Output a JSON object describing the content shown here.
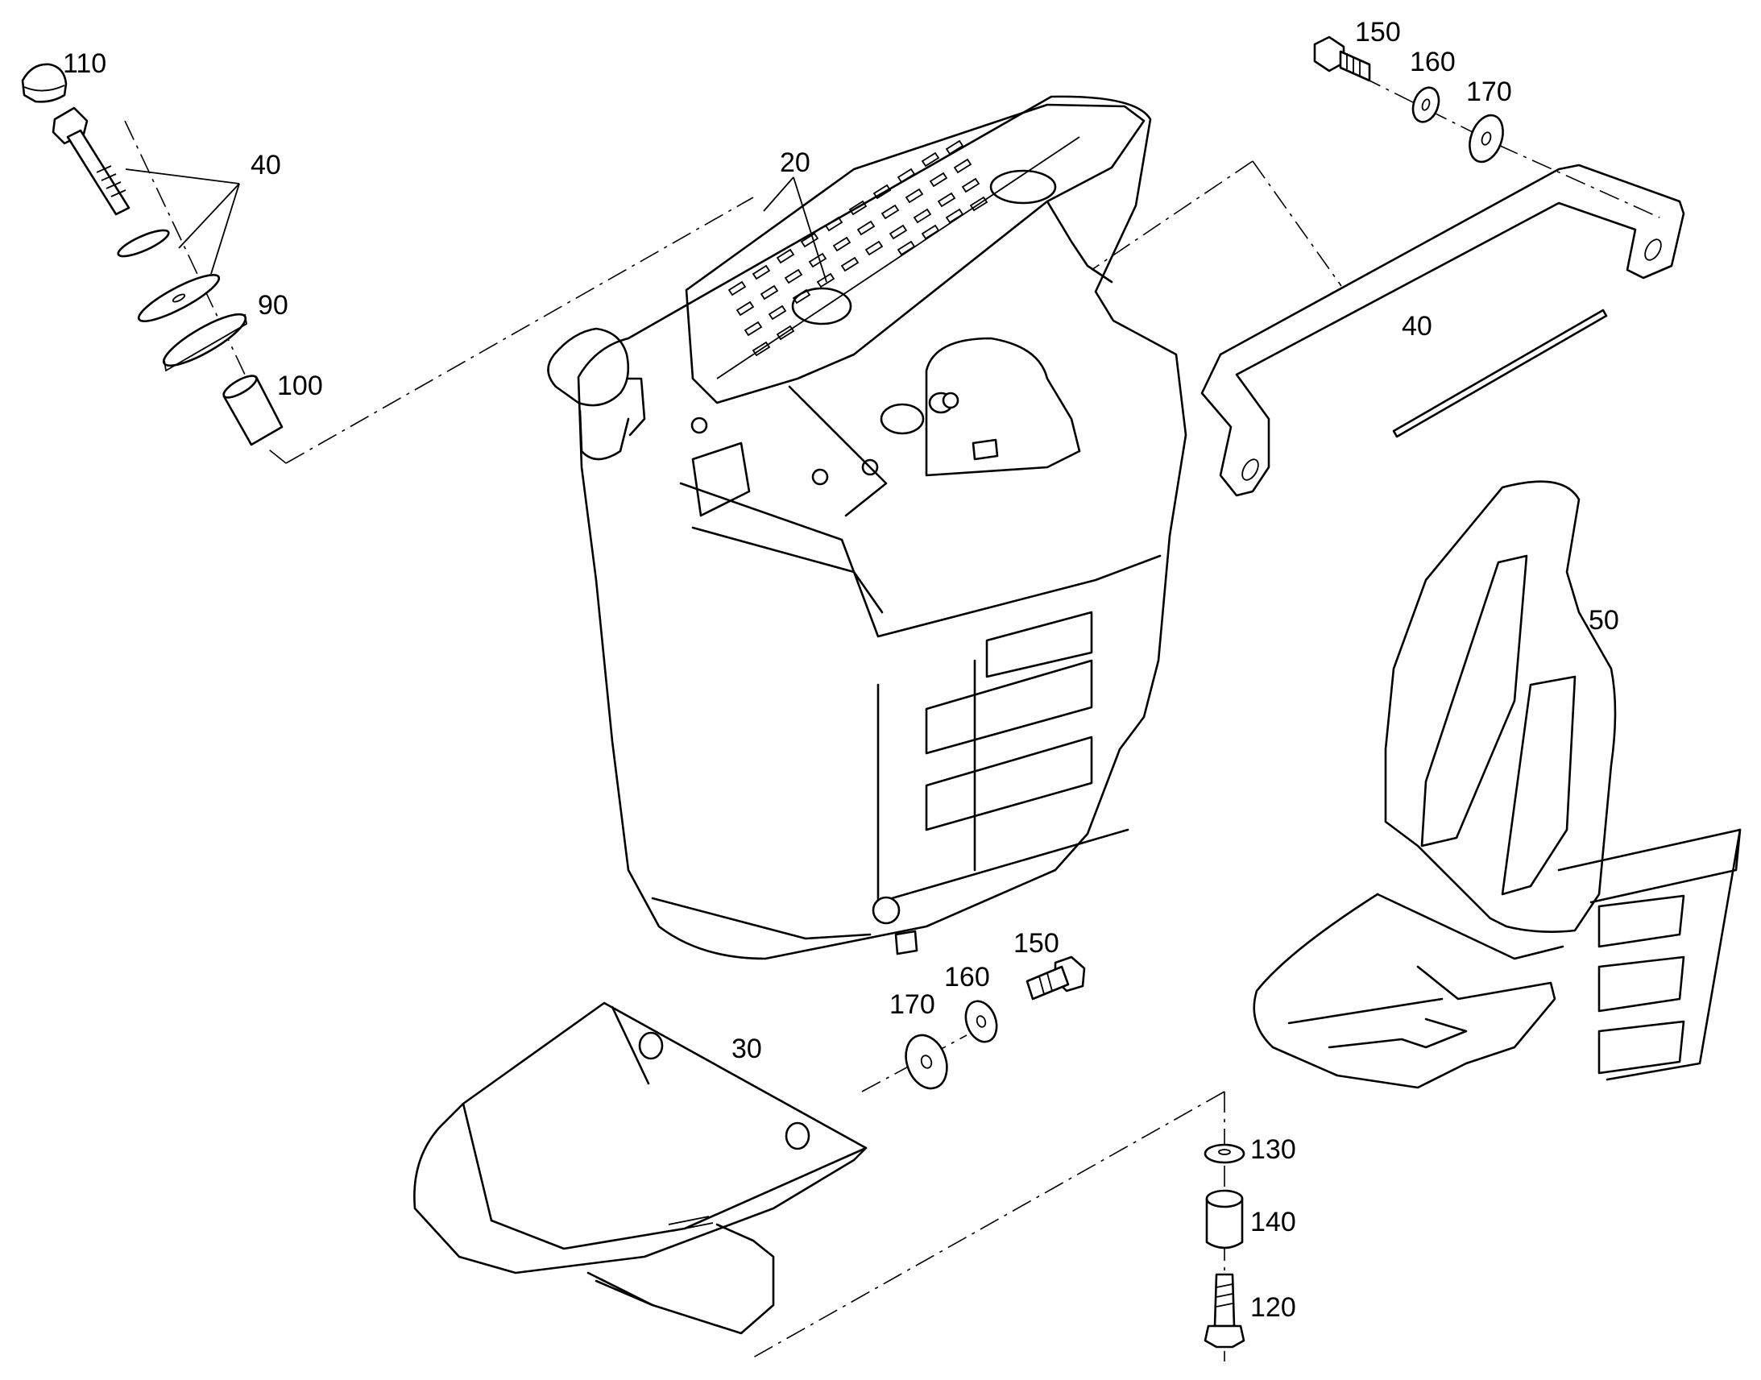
{
  "callouts": {
    "c110": "110",
    "c40_left": "40",
    "c90": "90",
    "c100": "100",
    "c20": "20",
    "c150_top": "150",
    "c160_top": "160",
    "c170_top": "170",
    "c40_right": "40",
    "c50": "50",
    "c150_bottom": "150",
    "c160_bottom": "160",
    "c170_bottom": "170",
    "c30": "30",
    "c130": "130",
    "c140": "140",
    "c120": "120"
  }
}
